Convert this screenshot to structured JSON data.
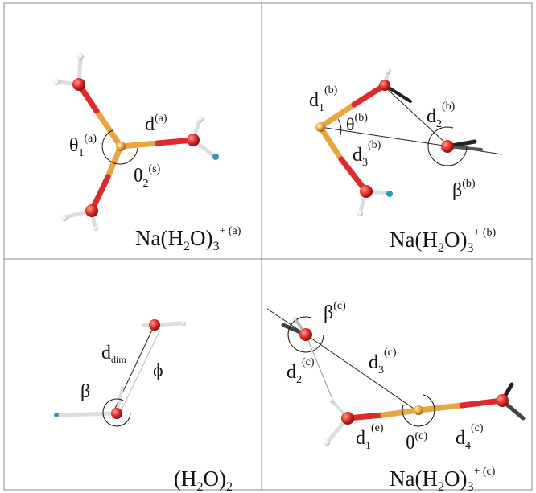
{
  "panels": {
    "a": {
      "caption": {
        "base": "Na(H",
        "sub1": "2",
        "mid": "O)",
        "sub2": "3",
        "sup": "+ (a)"
      },
      "labels": {
        "d": {
          "base": "d",
          "sup": "(a)"
        },
        "theta1": {
          "base": "θ",
          "sub": "1",
          "sup": "(a)"
        },
        "theta2": {
          "base": "θ",
          "sub": "2",
          "sup": "(s)"
        }
      }
    },
    "b": {
      "caption": {
        "base": "Na(H",
        "sub1": "2",
        "mid": "O)",
        "sub2": "3",
        "sup": "+ (b)"
      },
      "labels": {
        "d1": {
          "base": "d",
          "sub": "1",
          "sup": "(b)"
        },
        "d2": {
          "base": "d",
          "sub": "2",
          "sup": "(b)"
        },
        "d3": {
          "base": "d",
          "sub": "3",
          "sup": "(b)"
        },
        "theta": {
          "base": "θ",
          "sup": "(b)"
        },
        "beta": {
          "base": "β",
          "sup": "(b)"
        }
      }
    },
    "dimer": {
      "caption": {
        "base": "(H",
        "sub1": "2",
        "mid": "O)",
        "sub2": "2"
      },
      "labels": {
        "d": {
          "base": "d",
          "sub": "dim"
        },
        "phi": {
          "base": "ϕ"
        },
        "beta": {
          "base": "β"
        }
      }
    },
    "c": {
      "caption": {
        "base": "Na(H",
        "sub1": "2",
        "mid": "O)",
        "sub2": "3",
        "sup": "+ (c)"
      },
      "labels": {
        "beta": {
          "base": "β",
          "sup": "(c)"
        },
        "d1": {
          "base": "d",
          "sub": "1",
          "sup": "(e)"
        },
        "d2": {
          "base": "d",
          "sub": "2",
          "sup": "(c)"
        },
        "d3": {
          "base": "d",
          "sub": "3",
          "sup": "(c)"
        },
        "d4": {
          "base": "d",
          "sub": "4",
          "sup": "(c)"
        },
        "theta": {
          "base": "θ",
          "sup": "(c)"
        }
      }
    }
  },
  "colors": {
    "sodium": "#e8a640",
    "oxygen": "#dd2a2a",
    "hydrogen": "#f2f2f2",
    "hydrogen_tip": "#2f9ab0",
    "panel_border": "#888888"
  }
}
